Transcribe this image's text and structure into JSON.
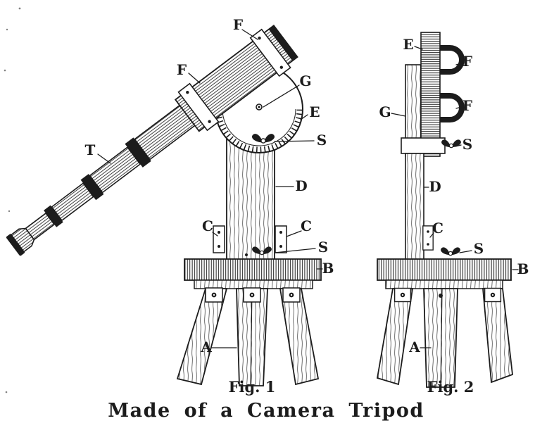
{
  "colors": {
    "ink": "#1c1c1c",
    "paper": "#ffffff"
  },
  "caption": "Made of a Camera Tripod",
  "fig1": {
    "caption": "Fig. 1",
    "labels": {
      "f_top": "F",
      "f_mid": "F",
      "g": "G",
      "e": "E",
      "s_upper": "S",
      "t": "T",
      "d": "D",
      "c_left": "C",
      "c_right": "C",
      "s_lower": "S",
      "b": "B",
      "a": "A"
    }
  },
  "fig2": {
    "caption": "Fig. 2",
    "labels": {
      "e": "E",
      "f_top": "F",
      "f_mid": "F",
      "g": "G",
      "s_upper": "S",
      "d": "D",
      "c": "C",
      "s_lower": "S",
      "b": "B",
      "a": "A"
    }
  }
}
